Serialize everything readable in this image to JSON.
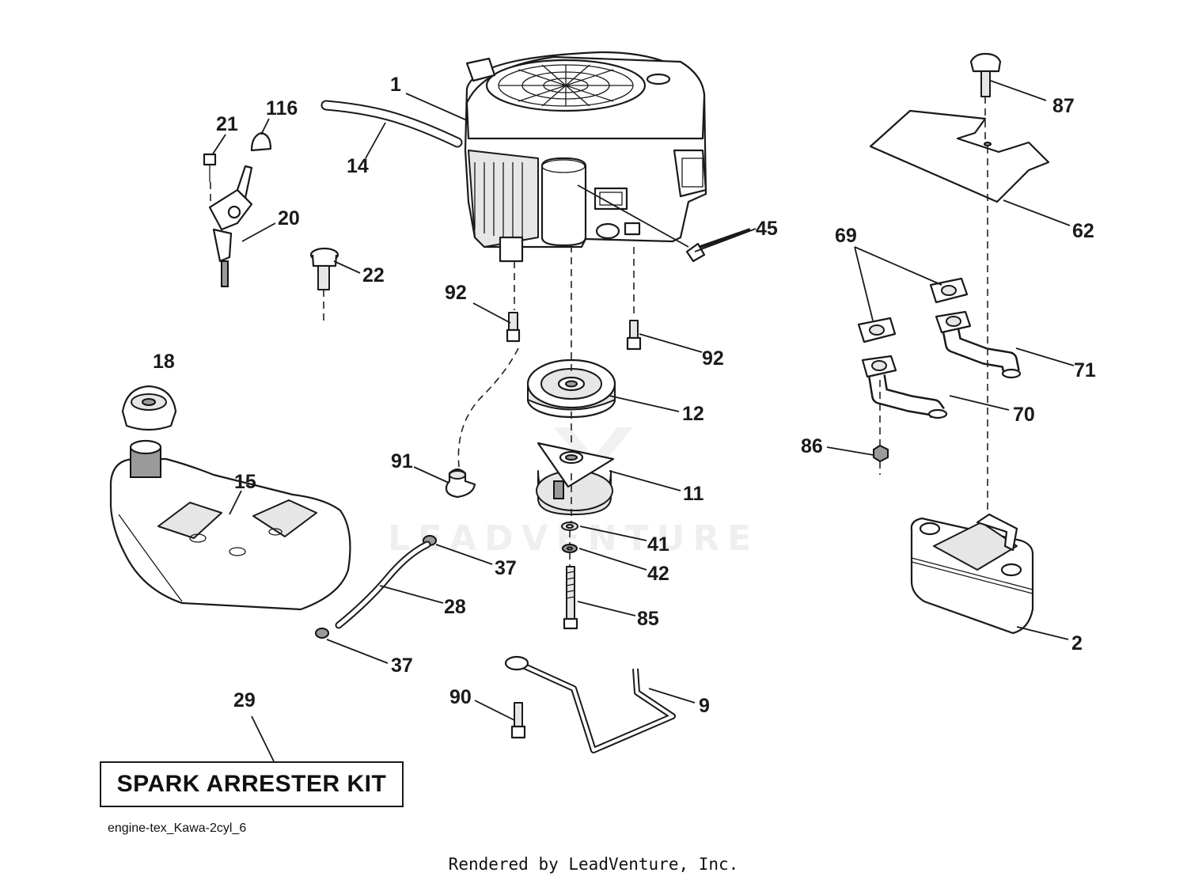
{
  "diagram": {
    "labels": [
      {
        "id": "1",
        "text": "1"
      },
      {
        "id": "116",
        "text": "116"
      },
      {
        "id": "21",
        "text": "21"
      },
      {
        "id": "14",
        "text": "14"
      },
      {
        "id": "20",
        "text": "20"
      },
      {
        "id": "22",
        "text": "22"
      },
      {
        "id": "45",
        "text": "45"
      },
      {
        "id": "87",
        "text": "87"
      },
      {
        "id": "62",
        "text": "62"
      },
      {
        "id": "69",
        "text": "69"
      },
      {
        "id": "92a",
        "text": "92"
      },
      {
        "id": "92b",
        "text": "92"
      },
      {
        "id": "18",
        "text": "18"
      },
      {
        "id": "71",
        "text": "71"
      },
      {
        "id": "12",
        "text": "12"
      },
      {
        "id": "70",
        "text": "70"
      },
      {
        "id": "15",
        "text": "15"
      },
      {
        "id": "91",
        "text": "91"
      },
      {
        "id": "86",
        "text": "86"
      },
      {
        "id": "11",
        "text": "11"
      },
      {
        "id": "41",
        "text": "41"
      },
      {
        "id": "37a",
        "text": "37"
      },
      {
        "id": "42",
        "text": "42"
      },
      {
        "id": "28",
        "text": "28"
      },
      {
        "id": "85",
        "text": "85"
      },
      {
        "id": "2",
        "text": "2"
      },
      {
        "id": "37b",
        "text": "37"
      },
      {
        "id": "29",
        "text": "29"
      },
      {
        "id": "90",
        "text": "90"
      },
      {
        "id": "9",
        "text": "9"
      }
    ],
    "kit_label": "SPARK ARRESTER KIT",
    "filename": "engine-tex_Kawa-2cyl_6",
    "watermark": "LEADVENTURE"
  },
  "footer": "Rendered by LeadVenture, Inc."
}
